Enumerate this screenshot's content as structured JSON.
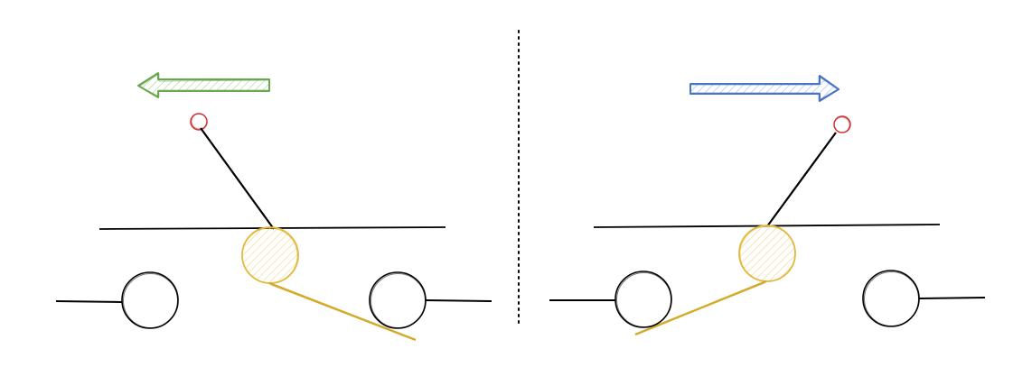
{
  "colors": {
    "background": "#ffffff",
    "ink": "#000000",
    "arrow_left": "#6aa84f",
    "arrow_left_fill": "#cfe6c2",
    "arrow_right": "#4a74c4",
    "arrow_right_fill": "#c9d8f3",
    "bob": "#cc3333",
    "pivot_wheel": "#e2b93b",
    "pivot_wheel_fill": "#f6e7b5",
    "belt": "#d4aa2a",
    "divider": "#000000"
  },
  "icons": {
    "left_arrow": "arrow-left-icon",
    "right_arrow": "arrow-right-icon"
  },
  "panels": [
    {
      "name": "left-panel",
      "motion": "left",
      "pendulum_tilt": "left"
    },
    {
      "name": "right-panel",
      "motion": "right",
      "pendulum_tilt": "right"
    }
  ]
}
